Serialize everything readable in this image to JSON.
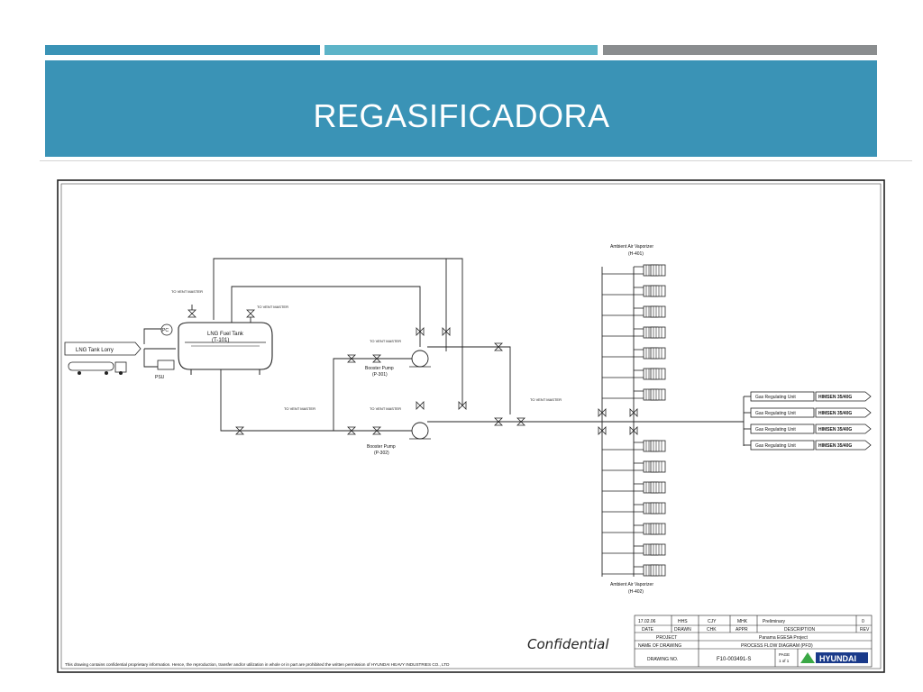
{
  "slide": {
    "title": "REGASIFICADORA"
  },
  "diagram": {
    "tank": {
      "name": "LNG Fuel Tank",
      "tag": "(T-101)"
    },
    "lorry": "LNG Tank Lorry",
    "psu": "PSU",
    "pc": "PC",
    "vent": "TO VENT MASTER",
    "pump1": {
      "name": "Booster Pump",
      "tag": "(P-301)"
    },
    "pump2": {
      "name": "Booster Pump",
      "tag": "(P-302)"
    },
    "vap1": {
      "name": "Ambient Air Vaporizer",
      "tag": "(H-401)"
    },
    "vap2": {
      "name": "Ambient Air Vaporizer",
      "tag": "(H-402)"
    },
    "gru": [
      "Gas Regulating Unit",
      "Gas Regulating Unit",
      "Gas Regulating Unit",
      "Gas Regulating Unit"
    ],
    "himsen": [
      "HIMSEN 35/40G",
      "HIMSEN 35/40G",
      "HIMSEN 35/40G",
      "HIMSEN 35/40G"
    ],
    "confidential": "Confidential",
    "footer": "This drawing contains confidential proprietary information. Hence, the reproduction, transfer and/or utilization in whole or in part are prohibited the written permission of HYUNDAI HEAVY INDUSTRIES CO., LTD",
    "titleblock": {
      "date_val": "17.02.06",
      "drawn_val": "HHS",
      "chk_val": "CJY",
      "appr_val": "MHK",
      "desc_val": "Preliminary",
      "rev_val": "0",
      "date": "DATE",
      "drawn": "DRAWN",
      "chk": "CHK",
      "appr": "APPR",
      "desc": "DESCRIPTION",
      "rev": "REV",
      "project_label": "PROJECT",
      "project": "Panama EGESA Project",
      "name_label": "NAME OF DRAWING",
      "name": "PROCESS FLOW DIAGRAM (PFD)",
      "no_label": "DRAWING NO.",
      "no": "F10-003491-S",
      "page": "PAGE",
      "page_of": "1 of 1",
      "logo": "HYUNDAI"
    }
  }
}
